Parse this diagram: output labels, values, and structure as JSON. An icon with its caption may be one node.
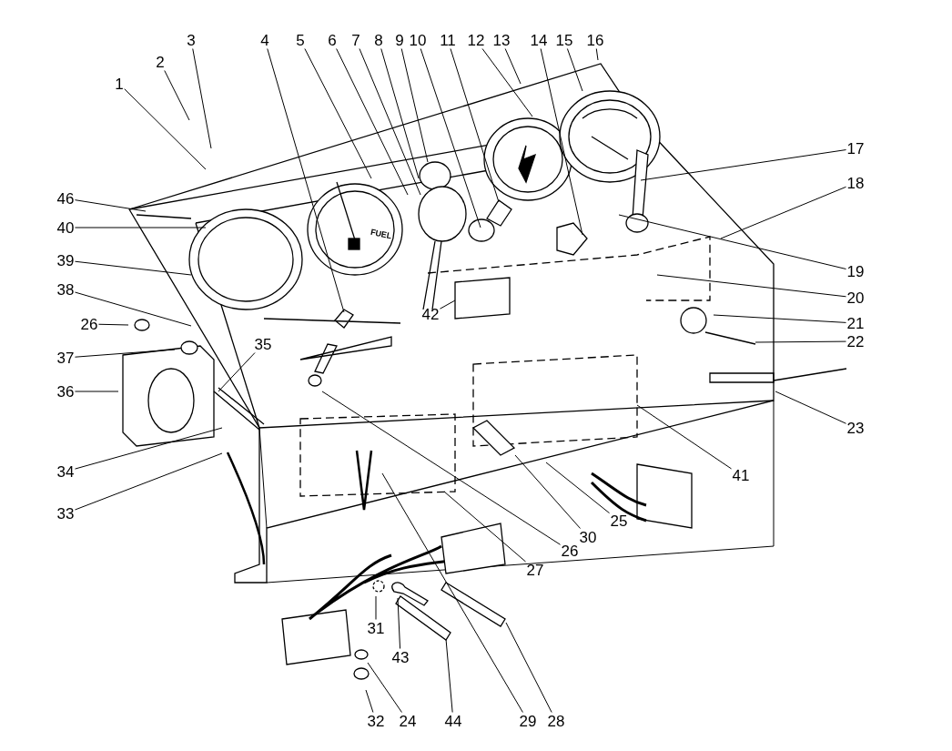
{
  "diagram": {
    "nodes": [
      {
        "text": [
          "1"
        ]
      },
      {
        "text": [
          "2"
        ]
      },
      {
        "text": [
          "3"
        ]
      },
      {
        "text": [
          "4"
        ]
      },
      {
        "text": [
          "5"
        ]
      },
      {
        "text": [
          "6"
        ]
      },
      {
        "text": [
          "7"
        ]
      },
      {
        "text": [
          "8"
        ]
      },
      {
        "text": [
          "9"
        ]
      },
      {
        "text": [
          "10"
        ]
      },
      {
        "text": [
          "11"
        ]
      },
      {
        "text": [
          "12"
        ]
      },
      {
        "text": [
          "13"
        ]
      },
      {
        "text": [
          "14"
        ]
      },
      {
        "text": [
          "15"
        ]
      },
      {
        "text": [
          "16"
        ]
      },
      {
        "text": [
          "17"
        ]
      },
      {
        "text": [
          "46"
        ]
      },
      {
        "text": [
          "18"
        ]
      },
      {
        "text": [
          "40"
        ]
      },
      {
        "text": [
          "39"
        ]
      },
      {
        "text": [
          "19"
        ]
      },
      {
        "text": [
          "38"
        ]
      },
      {
        "text": [
          "20"
        ]
      },
      {
        "text": [
          "42"
        ]
      },
      {
        "text": [
          "26"
        ]
      },
      {
        "text": [
          "21"
        ]
      },
      {
        "text": [
          "37"
        ]
      },
      {
        "text": [
          "35"
        ]
      },
      {
        "text": [
          "22"
        ]
      },
      {
        "text": [
          "36"
        ]
      },
      {
        "text": [
          "23"
        ]
      },
      {
        "text": [
          "34"
        ]
      },
      {
        "text": [
          "41"
        ]
      },
      {
        "text": [
          "33"
        ]
      },
      {
        "text": [
          "25"
        ]
      },
      {
        "text": [
          "30"
        ]
      },
      {
        "text": [
          "26"
        ]
      },
      {
        "text": [
          "27"
        ]
      },
      {
        "text": [
          "31"
        ]
      },
      {
        "text": [
          "43"
        ]
      },
      {
        "text": [
          "32"
        ]
      },
      {
        "text": [
          "24"
        ]
      },
      {
        "text": [
          "44"
        ]
      },
      {
        "text": [
          "29"
        ]
      },
      {
        "text": [
          "28"
        ]
      }
    ],
    "edges": [
      {
        "from": 0,
        "to": null,
        "arrow": "none"
      },
      {
        "from": 1,
        "to": null,
        "arrow": "none"
      },
      {
        "from": 2,
        "to": null,
        "arrow": "none"
      },
      {
        "from": 3,
        "to": null,
        "arrow": "none"
      },
      {
        "from": 4,
        "to": null,
        "arrow": "none"
      },
      {
        "from": 5,
        "to": null,
        "arrow": "none"
      },
      {
        "from": 6,
        "to": null,
        "arrow": "none"
      },
      {
        "from": 7,
        "to": null,
        "arrow": "none"
      },
      {
        "from": 8,
        "to": null,
        "arrow": "none"
      },
      {
        "from": 9,
        "to": null,
        "arrow": "none"
      },
      {
        "from": 10,
        "to": null,
        "arrow": "none"
      },
      {
        "from": 11,
        "to": null,
        "arrow": "none"
      },
      {
        "from": 12,
        "to": null,
        "arrow": "none"
      },
      {
        "from": 13,
        "to": null,
        "arrow": "none"
      },
      {
        "from": 14,
        "to": null,
        "arrow": "none"
      },
      {
        "from": 15,
        "to": null,
        "arrow": "none"
      },
      {
        "from": 16,
        "to": null,
        "arrow": "none"
      },
      {
        "from": 17,
        "to": null,
        "arrow": "none"
      },
      {
        "from": 18,
        "to": null,
        "arrow": "none"
      },
      {
        "from": 19,
        "to": null,
        "arrow": "none"
      },
      {
        "from": 20,
        "to": null,
        "arrow": "none"
      },
      {
        "from": 21,
        "to": null,
        "arrow": "none"
      },
      {
        "from": 22,
        "to": null,
        "arrow": "none"
      },
      {
        "from": 23,
        "to": null,
        "arrow": "none"
      },
      {
        "from": 24,
        "to": null,
        "arrow": "none"
      },
      {
        "from": 25,
        "to": null,
        "arrow": "none"
      },
      {
        "from": 26,
        "to": null,
        "arrow": "none"
      },
      {
        "from": 27,
        "to": null,
        "arrow": "none"
      },
      {
        "from": 28,
        "to": null,
        "arrow": "none"
      },
      {
        "from": 29,
        "to": null,
        "arrow": "none"
      },
      {
        "from": 30,
        "to": null,
        "arrow": "none"
      },
      {
        "from": 31,
        "to": null,
        "arrow": "none"
      },
      {
        "from": 32,
        "to": null,
        "arrow": "none"
      },
      {
        "from": 33,
        "to": null,
        "arrow": "none"
      },
      {
        "from": 34,
        "to": null,
        "arrow": "none"
      },
      {
        "from": 35,
        "to": null,
        "arrow": "none"
      },
      {
        "from": 36,
        "to": null,
        "arrow": "none"
      },
      {
        "from": 37,
        "to": null,
        "arrow": "none"
      },
      {
        "from": 38,
        "to": null,
        "arrow": "none"
      },
      {
        "from": 39,
        "to": null,
        "arrow": "none"
      },
      {
        "from": 40,
        "to": null,
        "arrow": "none"
      },
      {
        "from": 41,
        "to": null,
        "arrow": "none"
      },
      {
        "from": 42,
        "to": null,
        "arrow": "none"
      },
      {
        "from": 43,
        "to": null,
        "arrow": "none"
      },
      {
        "from": 44,
        "to": null,
        "arrow": "none"
      },
      {
        "from": 45,
        "to": null,
        "arrow": "none"
      }
    ],
    "labels": [
      "FUEL"
    ]
  }
}
